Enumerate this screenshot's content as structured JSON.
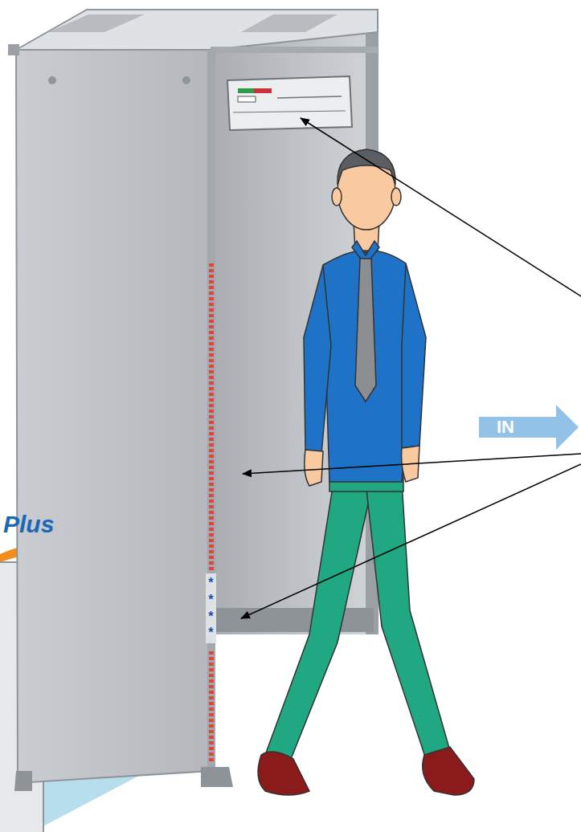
{
  "diagram": {
    "nodes": [
      {
        "text": [
          "IN"
        ]
      }
    ],
    "labels": [
      "Plus",
      "****"
    ]
  }
}
